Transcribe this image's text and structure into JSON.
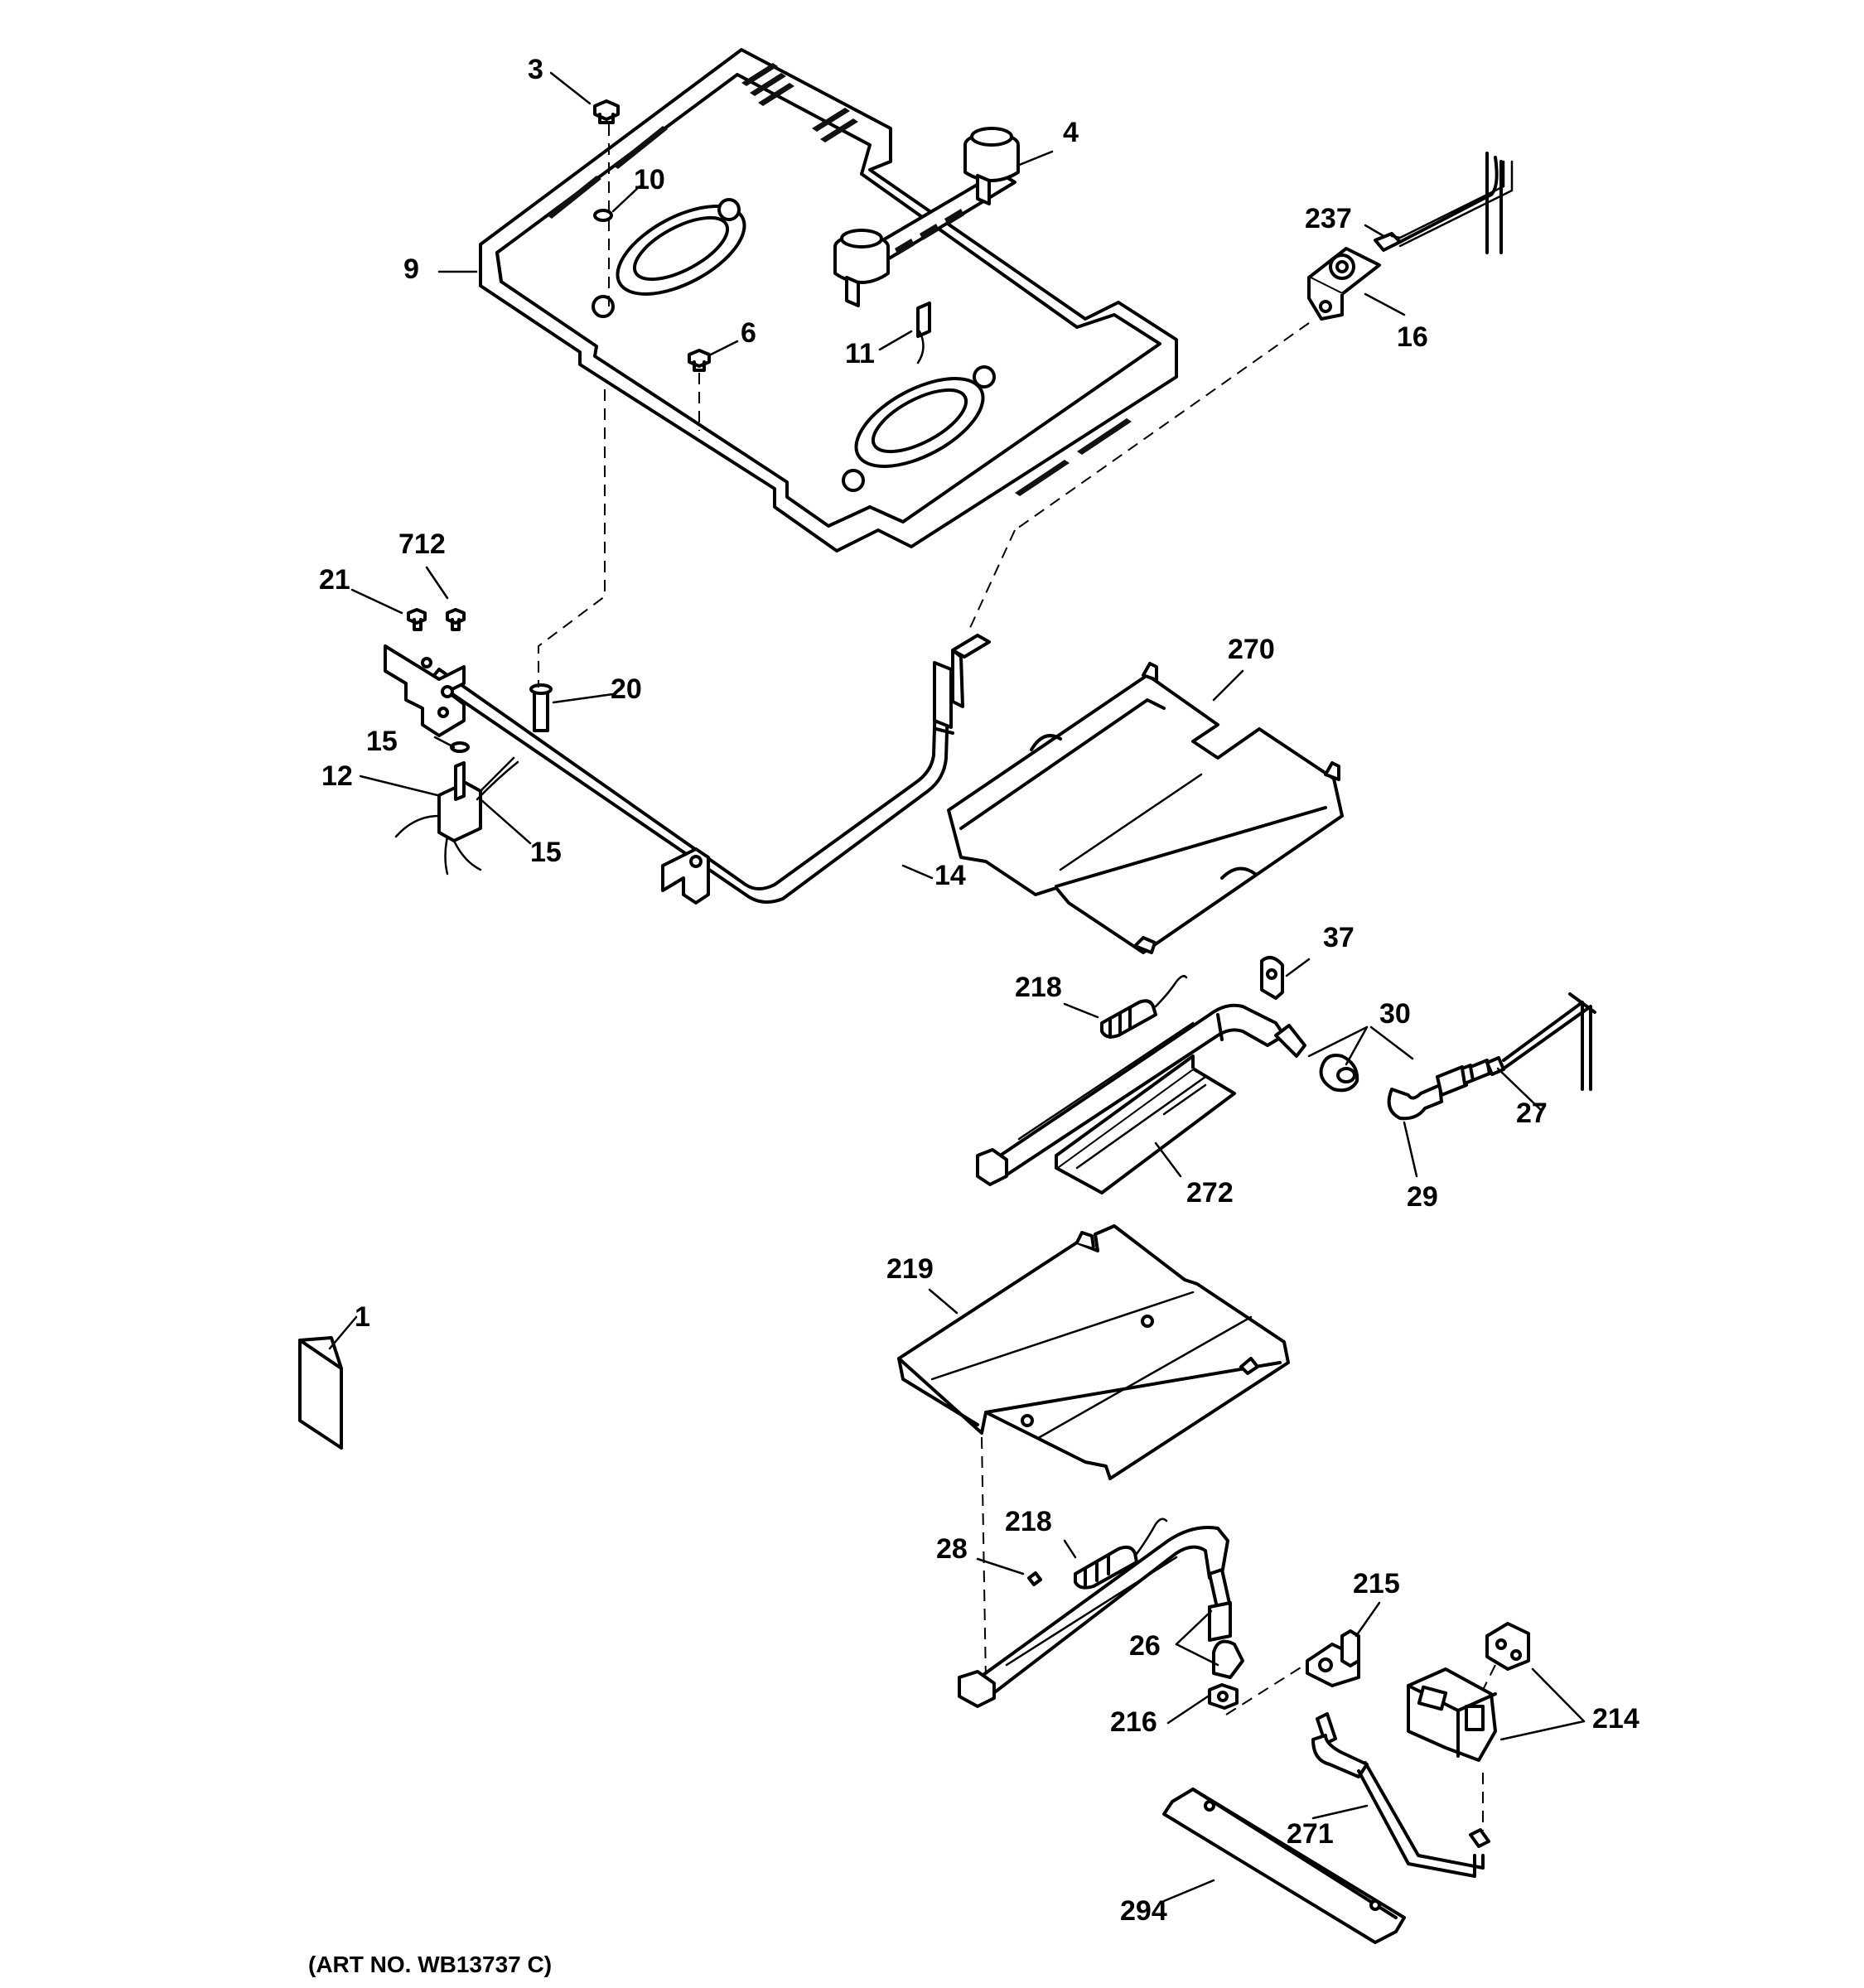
{
  "diagram": {
    "callouts": [
      {
        "id": "3",
        "text": "3"
      },
      {
        "id": "4",
        "text": "4"
      },
      {
        "id": "10",
        "text": "10"
      },
      {
        "id": "9",
        "text": "9"
      },
      {
        "id": "6",
        "text": "6"
      },
      {
        "id": "11",
        "text": "11"
      },
      {
        "id": "237",
        "text": "237"
      },
      {
        "id": "16",
        "text": "16"
      },
      {
        "id": "712",
        "text": "712"
      },
      {
        "id": "21",
        "text": "21"
      },
      {
        "id": "20",
        "text": "20"
      },
      {
        "id": "15a",
        "text": "15"
      },
      {
        "id": "12",
        "text": "12"
      },
      {
        "id": "15b",
        "text": "15"
      },
      {
        "id": "14",
        "text": "14"
      },
      {
        "id": "270",
        "text": "270"
      },
      {
        "id": "37",
        "text": "37"
      },
      {
        "id": "218a",
        "text": "218"
      },
      {
        "id": "30",
        "text": "30"
      },
      {
        "id": "27",
        "text": "27"
      },
      {
        "id": "272",
        "text": "272"
      },
      {
        "id": "29",
        "text": "29"
      },
      {
        "id": "219",
        "text": "219"
      },
      {
        "id": "1",
        "text": "1"
      },
      {
        "id": "218b",
        "text": "218"
      },
      {
        "id": "28",
        "text": "28"
      },
      {
        "id": "215",
        "text": "215"
      },
      {
        "id": "26",
        "text": "26"
      },
      {
        "id": "214",
        "text": "214"
      },
      {
        "id": "216",
        "text": "216"
      },
      {
        "id": "271",
        "text": "271"
      },
      {
        "id": "294",
        "text": "294"
      }
    ],
    "art_number": "(ART NO. WB13737 C)"
  }
}
